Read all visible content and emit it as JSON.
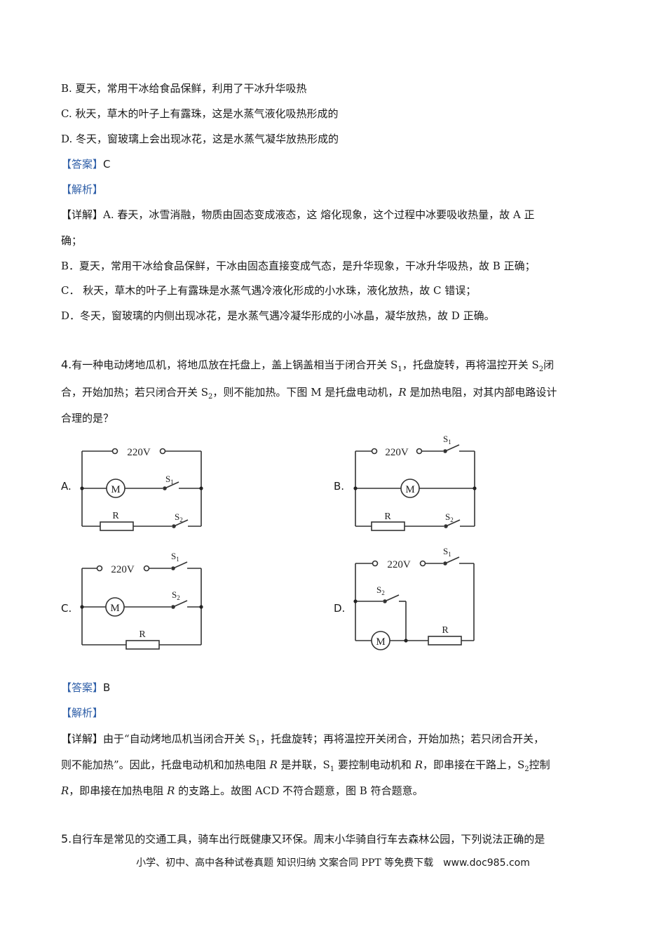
{
  "q3": {
    "option_b": "B. 夏天，常用干冰给食品保鲜，利用了干冰升华吸热",
    "option_c": "C. 秋天，草木的叶子上有露珠，这是水蒸气液化吸热形成的",
    "option_d": "D. 冬天，窗玻璃上会出现冰花，这是水蒸气凝华放热形成的",
    "answer_tag": "【答案】",
    "answer": "C",
    "analysis_tag": "【解析】",
    "detail_tag": "【详解】",
    "detail_a_1": "A.  春天，冰雪消融，物质由固态变成液态，这   熔化现象，这个过程中冰要吸收热量，故 A 正",
    "detail_a_2": "确；",
    "detail_b": "B．夏天，常用干冰给食品保鲜，干冰由固态直接变成气态，是升华现象，干冰升华吸热，故 B 正确；",
    "detail_c": "C．  秋天，草木的叶子上有露珠是水蒸气遇冷液化形成的小水珠，液化放热，故 C 错误；",
    "detail_d": "D．冬天，窗玻璃的内侧出现冰花，是水蒸气遇冷凝华形成的小冰晶，凝华放热，故 D 正确。"
  },
  "q4": {
    "number": "4.",
    "stem_1a": "有一种电动烤地瓜机，将地瓜放在托盘上，盖上锅盖相当于闭合开关 S",
    "stem_1b": "，托盘旋转，再将温控开关 S",
    "stem_1c": "闭",
    "stem_2a": "合，开始加热；若只闭合开关 S",
    "stem_2b": "，则不能加热。下图 M 是托盘电动机，",
    "stem_2c": "R",
    "stem_2d": " 是加热电阻，对其内部电路设计",
    "stem_3": "合理的是？",
    "sub1": "1",
    "sub2": "2",
    "options": [
      "A.",
      "B.",
      "C.",
      "D."
    ],
    "circuit_labels": {
      "voltage": "220V",
      "motor": "M",
      "resistor": "R",
      "s": "S",
      "s1_sub": "1",
      "s2_sub": "2"
    },
    "answer_tag": "【答案】",
    "answer": "B",
    "analysis_tag": "【解析】",
    "detail_tag": "【详解】",
    "detail_1a": "由于“自动烤地瓜机当闭合开关 S",
    "detail_1b": "，托盘旋转；再将温控开关闭合，开始加热；若只闭合开关，",
    "detail_2a": "则不能加热”。因此，托盘电动机和加热电阻 ",
    "detail_2b": "R",
    "detail_2c": " 是并联，S",
    "detail_2d": " 要控制电动机和 ",
    "detail_2e": "R",
    "detail_2f": "，即串接在干路上，S",
    "detail_2g": "控制",
    "detail_3a": "R",
    "detail_3b": "，即串接在加热电阻 ",
    "detail_3c": "R",
    "detail_3d": " 的支路上。故图 ACD 不符合题意，图 B 符合题意。"
  },
  "q5": {
    "number": "5.",
    "stem": "自行车是常见的交通工具，骑车出行既健康又环保。周末小华骑自行车去森林公园，下列说法正确的是"
  },
  "footer": {
    "text": "小学、初中、高中各种试卷真题 知识归纳 文案合同 PPT 等免费下载",
    "url": "www.doc985.com"
  }
}
